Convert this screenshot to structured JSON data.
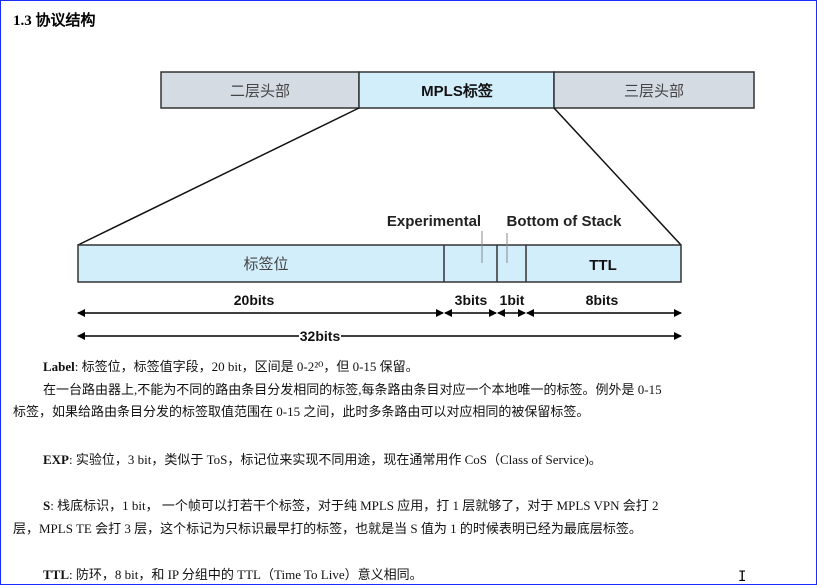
{
  "title": "1.3 协议结构",
  "diagram": {
    "header_boxes": [
      "二层头部",
      "MPLS标签",
      "三层头部"
    ],
    "fields": [
      "标签位",
      "",
      "",
      "TTL"
    ],
    "callouts": [
      "Experimental",
      "Bottom of Stack"
    ],
    "widths": [
      "20bits",
      "3bits",
      "1bit",
      "8bits"
    ],
    "total": "32bits",
    "colors": {
      "gray_box": "#d5dbe3",
      "blue_box": "#d3eefb"
    }
  },
  "paragraphs": {
    "label_term": "Label",
    "label_text": ": 标签位，标签值字段，20 bit，区间是 0-2²⁰，但 0-15 保留。",
    "label_detail_1": "在一台路由器上,不能为不同的路由条目分发相同的标签,每条路由条目对应一个本地唯一的标签。例外是 0-15",
    "label_detail_2": "标签，如果给路由条目分发的标签取值范围在 0-15 之间，此时多条路由可以对应相同的被保留标签。",
    "exp_term": "EXP",
    "exp_text": ": 实验位，3 bit，类似于 ToS，标记位来实现不同用途，现在通常用作 CoS（Class of Service)。",
    "s_term": "S",
    "s_text_1": ": 栈底标识，1 bit， 一个帧可以打若干个标签，对于纯 MPLS 应用，打 1 层就够了，对于 MPLS VPN 会打 2",
    "s_text_2": "层，MPLS TE 会打 3 层，这个标记为只标识最早打的标签，也就是当 S 值为 1 的时候表明已经为最底层标签。",
    "ttl_term": "TTL",
    "ttl_text": ": 防环，8 bit，和 IP 分组中的 TTL（Time To Live）意义相同。"
  }
}
